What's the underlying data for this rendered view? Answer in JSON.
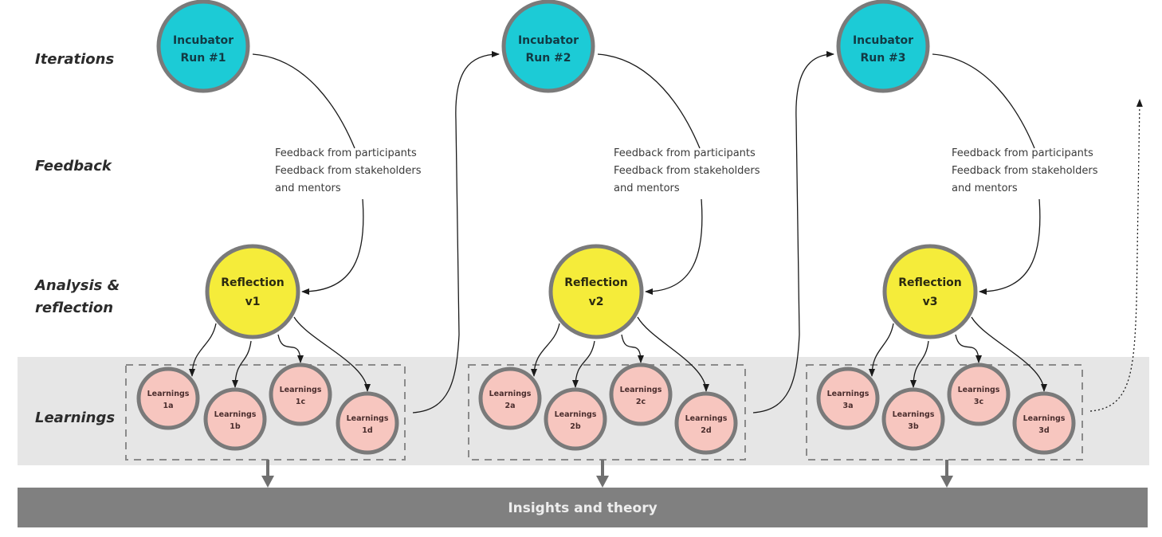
{
  "row_labels": {
    "iterations": "Iterations",
    "feedback": "Feedback",
    "analysis_line1": "Analysis &",
    "analysis_line2": "reflection",
    "learnings": "Learnings"
  },
  "colors": {
    "incubator_fill": "#1ccbd6",
    "reflection_fill": "#f5ec3a",
    "learning_fill": "#f7c6bf",
    "node_border": "#7a7a7a",
    "band_fill": "#e6e6e6",
    "bar_fill": "#808080",
    "arrow_gray": "#707070"
  },
  "iterations": [
    {
      "incubator": {
        "line1": "Incubator",
        "line2": "Run #1"
      },
      "feedback": [
        "Feedback from participants",
        "Feedback from stakeholders",
        "and mentors"
      ],
      "reflection": {
        "line1": "Reflection",
        "line2": "v1"
      },
      "learnings": [
        {
          "line1": "Learnings",
          "line2": "1a"
        },
        {
          "line1": "Learnings",
          "line2": "1b"
        },
        {
          "line1": "Learnings",
          "line2": "1c"
        },
        {
          "line1": "Learnings",
          "line2": "1d"
        }
      ]
    },
    {
      "incubator": {
        "line1": "Incubator",
        "line2": "Run #2"
      },
      "feedback": [
        "Feedback from participants",
        "Feedback from stakeholders",
        "and mentors"
      ],
      "reflection": {
        "line1": "Reflection",
        "line2": "v2"
      },
      "learnings": [
        {
          "line1": "Learnings",
          "line2": "2a"
        },
        {
          "line1": "Learnings",
          "line2": "2b"
        },
        {
          "line1": "Learnings",
          "line2": "2c"
        },
        {
          "line1": "Learnings",
          "line2": "2d"
        }
      ]
    },
    {
      "incubator": {
        "line1": "Incubator",
        "line2": "Run #3"
      },
      "feedback": [
        "Feedback from participants",
        "Feedback from stakeholders",
        "and mentors"
      ],
      "reflection": {
        "line1": "Reflection",
        "line2": "v3"
      },
      "learnings": [
        {
          "line1": "Learnings",
          "line2": "3a"
        },
        {
          "line1": "Learnings",
          "line2": "3b"
        },
        {
          "line1": "Learnings",
          "line2": "3c"
        },
        {
          "line1": "Learnings",
          "line2": "3d"
        }
      ]
    }
  ],
  "bottom_bar": {
    "label": "Insights and theory"
  }
}
